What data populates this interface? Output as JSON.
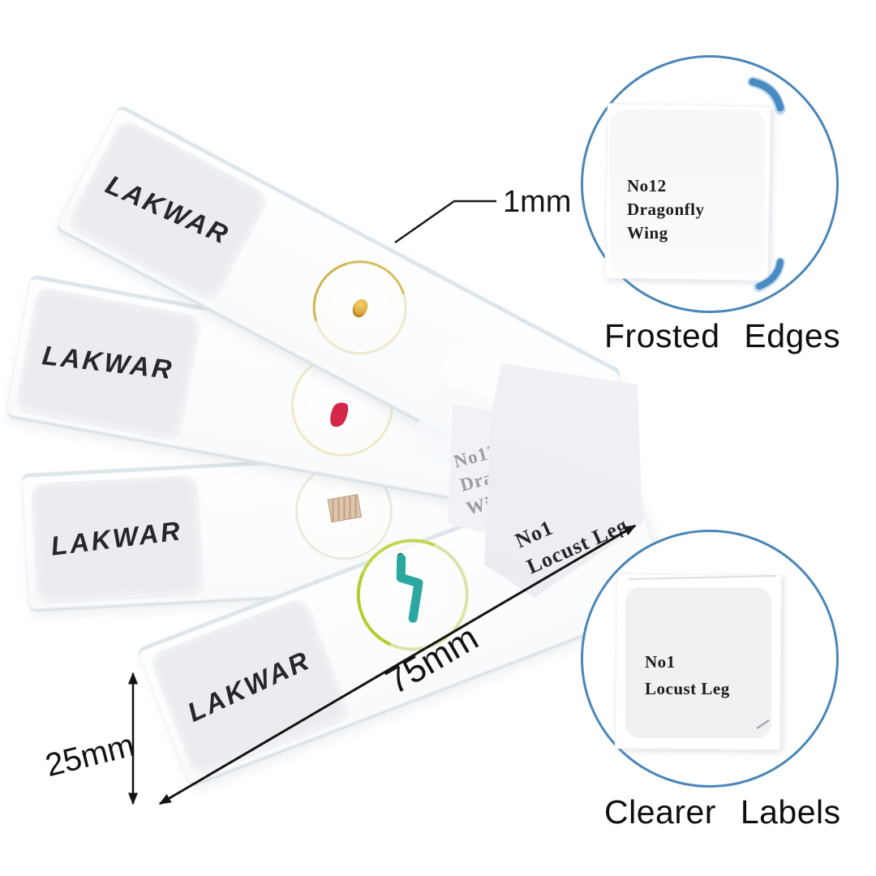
{
  "brand_logo": "LAKWAR",
  "slides": [
    {
      "logo": "LAKWAR"
    },
    {
      "logo": "LAKWAR"
    },
    {
      "logo": "LAKWAR"
    },
    {
      "logo": "LAKWAR"
    }
  ],
  "dimensions": {
    "thickness": "1mm",
    "length": "75mm",
    "width": "25mm"
  },
  "pivot_labels": {
    "back": {
      "line1": "No12",
      "line2": "Dragonfly",
      "line3": "Wing"
    },
    "front": {
      "line1": "No1",
      "line2": "Locust Leg"
    }
  },
  "callouts": {
    "frosted_edges": {
      "label": {
        "line1": "No12",
        "line2": "Dragonfly",
        "line3": "Wing"
      },
      "caption": "Frosted Edges"
    },
    "clearer_labels": {
      "label": {
        "line1": "No1",
        "line2": "Locust Leg"
      },
      "caption": "Clearer Labels"
    }
  },
  "colors": {
    "accent_blue": "#4a86b8",
    "specimen_amber": "#d9a32e",
    "specimen_red": "#d5274a",
    "specimen_tan": "#d3b894",
    "specimen_teal": "#2aa79e"
  }
}
